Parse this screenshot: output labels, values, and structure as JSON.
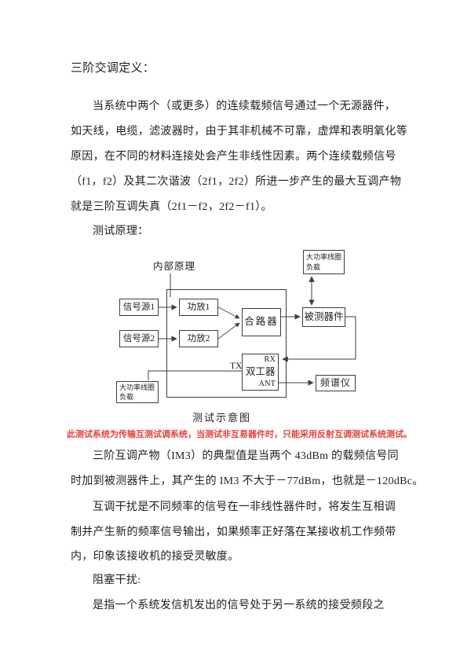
{
  "document": {
    "title": "三阶交调定义：",
    "para1_lines": [
      "当系统中两个（或更多）的连续载频信号通过一个无源器件，",
      "如天线，电缆，滤波器时，由于其非机械不可靠，虚焊和表明氧化等",
      "原因，在不同的材料连接处会产生非线性因素。两个连续载频信号",
      "（f1，f2）及其二次谐波（2f1，2f2）所进一步产生的最大互调产物",
      "就是三阶互调失真（2f1－f2，2f2－f1）。"
    ],
    "subtitle": "测试原理：",
    "note_red": "此测试系统为传输互测试调系统，当测试非互易器件时，只能采用反射互调测试系统测试。",
    "para2_lines": [
      "三阶互调产物（IM3）的典型值是当两个 43dBm 的载频信号同",
      "时加到被测器件上，其产生的 IM3 不大于－77dBm，也就是－120dBc。"
    ],
    "para3_lines": [
      "互调干扰是不同频率的信号在一非线性器件时，将发生互相调",
      "制并产生新的频率信号输出，如果频率正好落在某接收机工作频带",
      "内，印象该接收机的接受灵敏度。"
    ],
    "para4_title": "阻塞干扰:",
    "para5_lines": [
      "是指一个系统发信机发出的信号处于另一系统的接受频段之"
    ]
  },
  "diagram": {
    "internal_label": "内部原理",
    "caption": "测试示意图",
    "boxes": {
      "signal_source_1": "信号源1",
      "signal_source_2": "信号源2",
      "amplifier_1": "功放1",
      "amplifier_2": "功放2",
      "combiner": "合路器",
      "duplexer": "双工器",
      "dut": "被测器件",
      "load_top_line1": "大功率线圈",
      "load_top_line2": "负载",
      "load_bottom_line1": "大功率线圈",
      "load_bottom_line2": "负载",
      "spectrum_analyzer": "频谱仪"
    },
    "ports": {
      "tx": "TX",
      "rx": "RX",
      "ant": "ANT"
    }
  },
  "colors": {
    "background": "#ffffff",
    "body_text": "#1f1f1f",
    "diagram_line": "#3d3d3d",
    "note_red": "#e8403d"
  }
}
